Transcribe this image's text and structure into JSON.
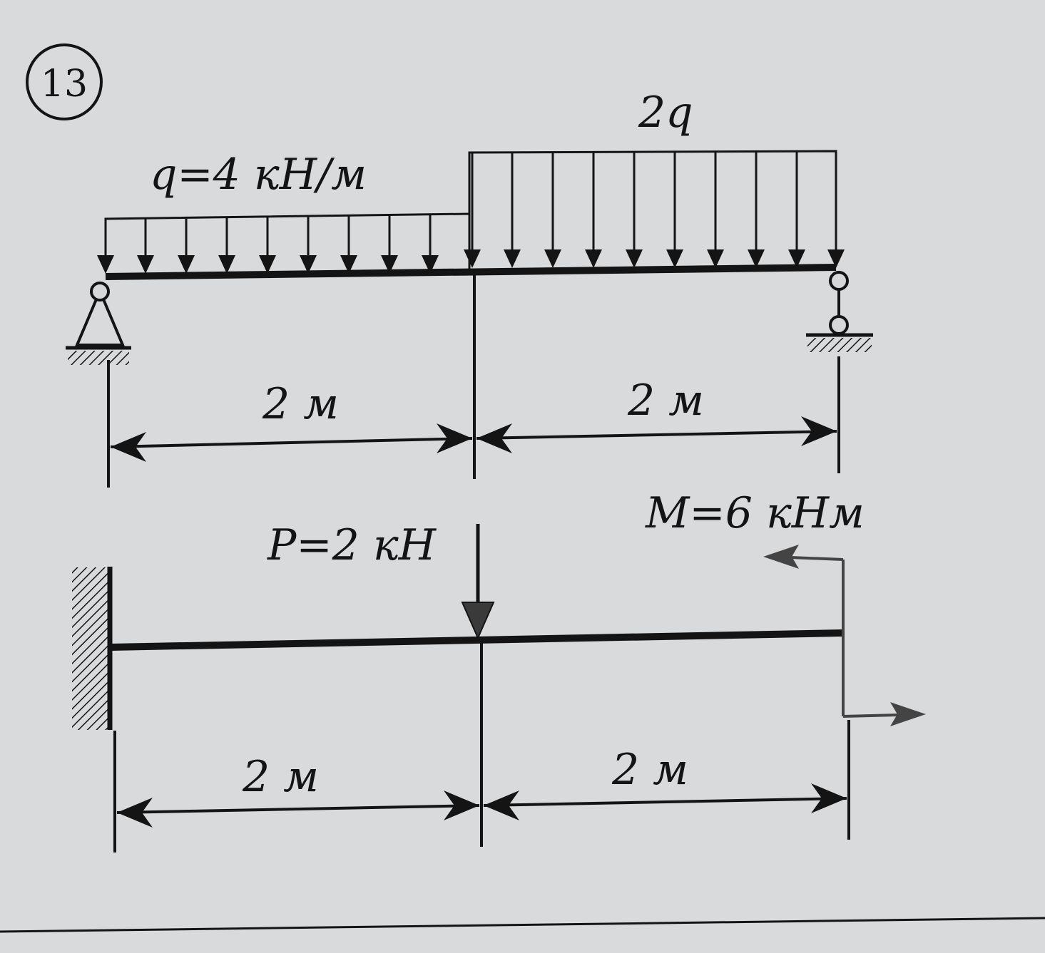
{
  "problem": {
    "number": "13"
  },
  "beam1": {
    "load_left_label": "q=4 кН/м",
    "load_right_label": "2q",
    "span_left_label": "2 м",
    "span_right_label": "2 м"
  },
  "beam2": {
    "force_label": "P=2 кН",
    "moment_label": "M=6 кНм",
    "span_left_label": "2 м",
    "span_right_label": "2 м"
  },
  "colors": {
    "ink": "#141414",
    "paper": "#d6d7d9"
  }
}
